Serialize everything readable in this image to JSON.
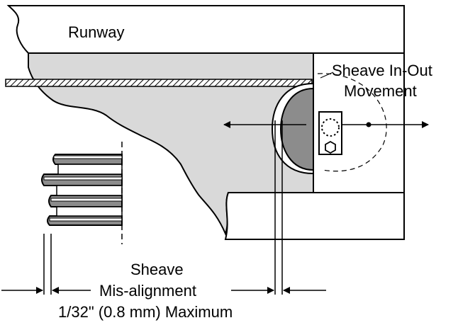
{
  "labels": {
    "runway": "Runway",
    "movement_line1": "Sheave In-Out",
    "movement_line2": "Movement",
    "misalign_line1": "Sheave",
    "misalign_line2": "Mis-alignment",
    "misalign_line3": "1/32\" (0.8 mm) Maximum"
  },
  "colors": {
    "line": "#000000",
    "panel_fill": "#d9d9d9",
    "sheave_fill": "#8c8c8c",
    "background": "#ffffff"
  }
}
